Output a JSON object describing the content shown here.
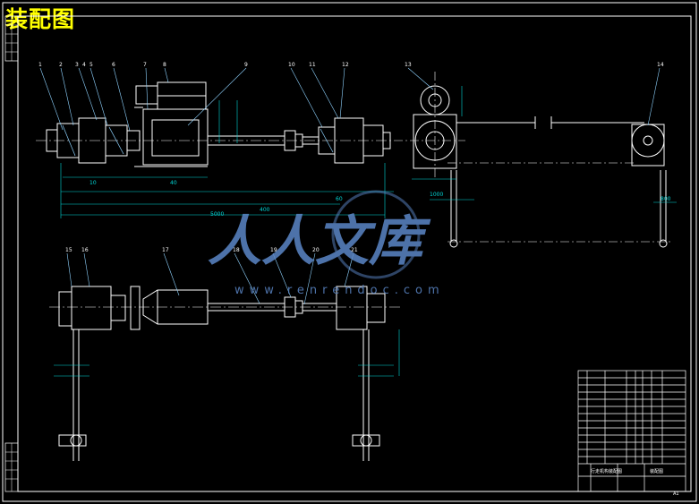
{
  "title": "装配图",
  "watermark": {
    "cn": "人人文库",
    "url": "www.renrendoc.com",
    "color": "#5b87c7"
  },
  "colors": {
    "background": "#000000",
    "line": "#ffffff",
    "title": "#ffff00",
    "leader": "#8fd3ff",
    "dim": "#00d7d7"
  },
  "part_numbers_top": [
    "1",
    "2",
    "3",
    "4",
    "5",
    "6",
    "7",
    "8",
    "9",
    "10",
    "11",
    "12",
    "13",
    "14"
  ],
  "part_numbers_bottom": [
    "15",
    "16",
    "17",
    "18",
    "19",
    "20",
    "21"
  ],
  "dimension_labels": [
    "10",
    "40",
    "60",
    "400",
    "5000",
    "1000",
    "800"
  ],
  "title_block": {
    "drawing_name": "行走机构装配图",
    "material_note": "装配图",
    "footer": "A1"
  }
}
